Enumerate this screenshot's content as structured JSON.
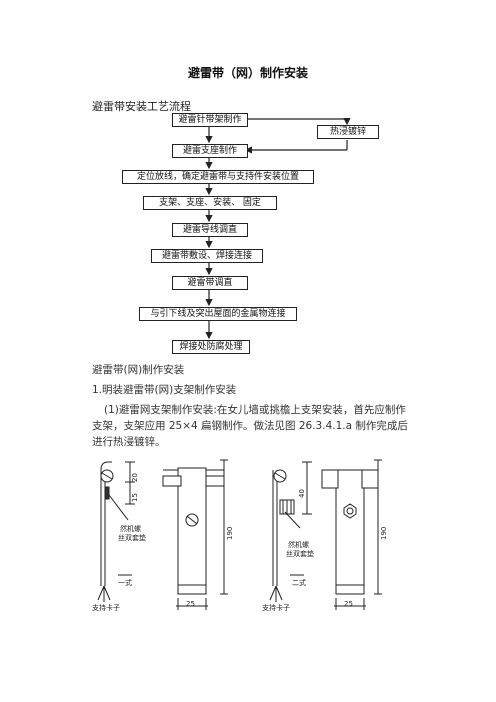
{
  "page": {
    "title": "避雷带（网）制作安装",
    "section_heading": "避雷带安装工艺流程"
  },
  "flowchart": {
    "steps": [
      "避雷针带架制作",
      "避雷支座制作",
      "定位放线，确定避雷带与支持件安装位置",
      "支架、支座、安装、 固定",
      "避雷导线调直",
      "避雷带敷设、焊接连接",
      "避雷带调直",
      "与引下线及突出屋面的金属物连接",
      "焊接处防腐处理"
    ],
    "side_step": "热浸镀锌"
  },
  "text": {
    "heading2": "避雷带(网)制作安装",
    "heading3": "1.明装避雷带(网)支架制作安装",
    "paragraph": "(1)避雷网支架制作安装:在女儿墙或挑檐上支架安装，首先应制作支架，支架应用 25×4 扁钢制作。做法见图 26.3.4.1.a 制作完成后进行热浸镀锌。"
  },
  "figure": {
    "left": {
      "dim_top": "20",
      "dim_mid": "15",
      "dim_height": "190",
      "dim_width": "25",
      "bolt_label_1": "然机螺",
      "bolt_label_2": "丝双套垫",
      "type_label": "一式",
      "caption": "支持卡子"
    },
    "right": {
      "dim_top": "40",
      "dim_height": "190",
      "dim_width": "25",
      "bolt_label_1": "然机螺",
      "bolt_label_2": "丝双套垫",
      "type_label": "二式",
      "caption": "支持卡子"
    }
  }
}
